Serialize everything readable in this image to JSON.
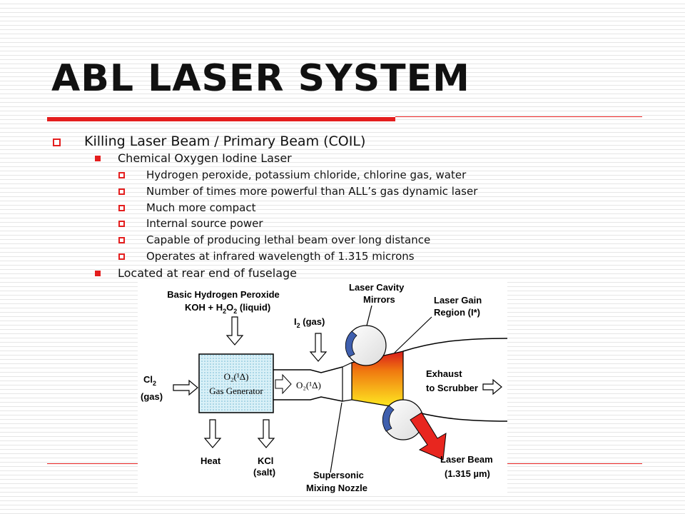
{
  "slide": {
    "title": "ABL LASER SYSTEM",
    "bullets": [
      {
        "level": 1,
        "text": "Killing Laser Beam / Primary Beam (COIL)"
      },
      {
        "level": 2,
        "text": "Chemical Oxygen Iodine Laser"
      },
      {
        "level": 3,
        "text": "Hydrogen peroxide, potassium chloride, chlorine gas, water"
      },
      {
        "level": 3,
        "text": "Number of times more powerful than ALL’s gas dynamic laser"
      },
      {
        "level": 3,
        "text": "Much  more compact"
      },
      {
        "level": 3,
        "text": "Internal source power"
      },
      {
        "level": 3,
        "text": "Capable of producing lethal beam over long distance"
      },
      {
        "level": 3,
        "text": "Operates at infrared wavelength of 1.315 microns"
      },
      {
        "level": 2,
        "text": "Located at rear end of fuselage"
      }
    ]
  },
  "diagram": {
    "basic_line1": "Basic Hydrogen Peroxide",
    "basic_line2_a": "KOH + H",
    "sub2": "2",
    "basic_line2_b": "O",
    "basic_line2_c": " (liquid)",
    "laser_cavity_1": "Laser Cavity",
    "laser_cavity_2": "Mirrors",
    "laser_gain_1": "Laser Gain",
    "laser_gain_2": "Region (I*)",
    "i2_a": "I",
    "i2_b": " (gas)",
    "cl2_a": "Cl",
    "cl2_b": "(gas)",
    "gen_1": "O₂(¹Δ)",
    "gen_2": "Gas Generator",
    "o2_label": "O₂(¹Δ)",
    "exhaust_1": "Exhaust",
    "exhaust_2": "to Scrubber",
    "heat": "Heat",
    "kcl_1": "KCl",
    "kcl_2": "(salt)",
    "supersonic_1": "Supersonic",
    "supersonic_2": "Mixing Nozzle",
    "beam_1": "Laser Beam",
    "beam_2": "(1.315 µm)"
  },
  "colors": {
    "accent": "#e41e1e",
    "generator_fill": "#bfe6f3",
    "mirror": "#3f5fae",
    "beam_arrow": "#e8261f"
  }
}
